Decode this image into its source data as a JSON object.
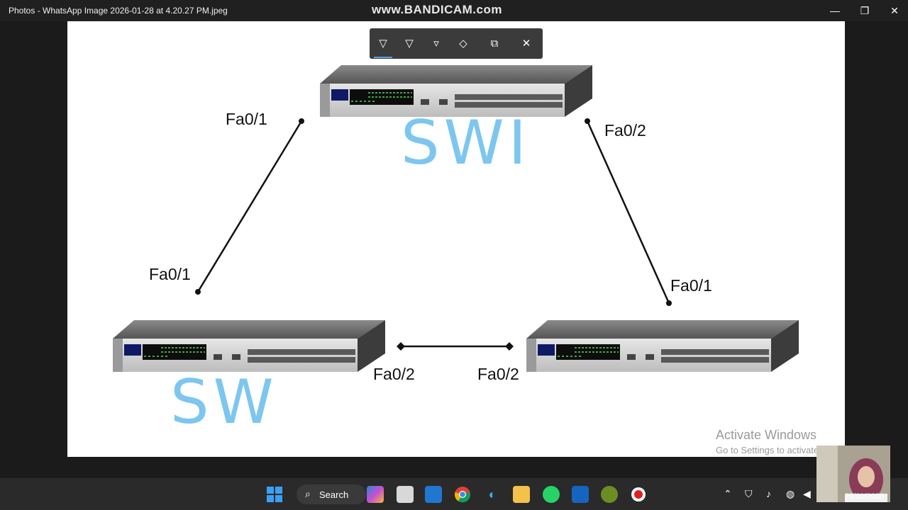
{
  "window": {
    "title": "Photos - WhatsApp Image 2026-01-28 at 4.20.27 PM.jpeg",
    "watermark": "www.BANDICAM.com",
    "controls": {
      "minimize": "—",
      "maximize": "❐",
      "close": "✕"
    }
  },
  "toolbar": {
    "tools": [
      {
        "name": "ballpoint-pen-icon",
        "glyph": "▽",
        "active": true
      },
      {
        "name": "pencil-icon",
        "glyph": "▽"
      },
      {
        "name": "highlighter-icon",
        "glyph": "▿"
      },
      {
        "name": "eraser-icon",
        "glyph": "◇"
      },
      {
        "name": "copy-icon",
        "glyph": "⧉"
      },
      {
        "name": "close-icon",
        "glyph": "✕"
      }
    ]
  },
  "diagram": {
    "port_labels": {
      "top_left": "Fa0/1",
      "top_right": "Fa0/2",
      "left_upper": "Fa0/1",
      "right_upper": "Fa0/1",
      "bottom_left": "Fa0/2",
      "bottom_right": "Fa0/2"
    },
    "annotations": {
      "top_switch": "SWI",
      "left_switch": "SW"
    },
    "colors": {
      "annotation": "#7cc6f0",
      "link": "#111111",
      "switch_front": "#d8d8d8",
      "switch_top": "#5e5e5e"
    }
  },
  "overlay": {
    "activate_title": "Activate Windows",
    "activate_sub": "Go to Settings to activate Windows."
  },
  "taskbar": {
    "search_label": "Search",
    "webcam_date": "28/01/2026"
  }
}
